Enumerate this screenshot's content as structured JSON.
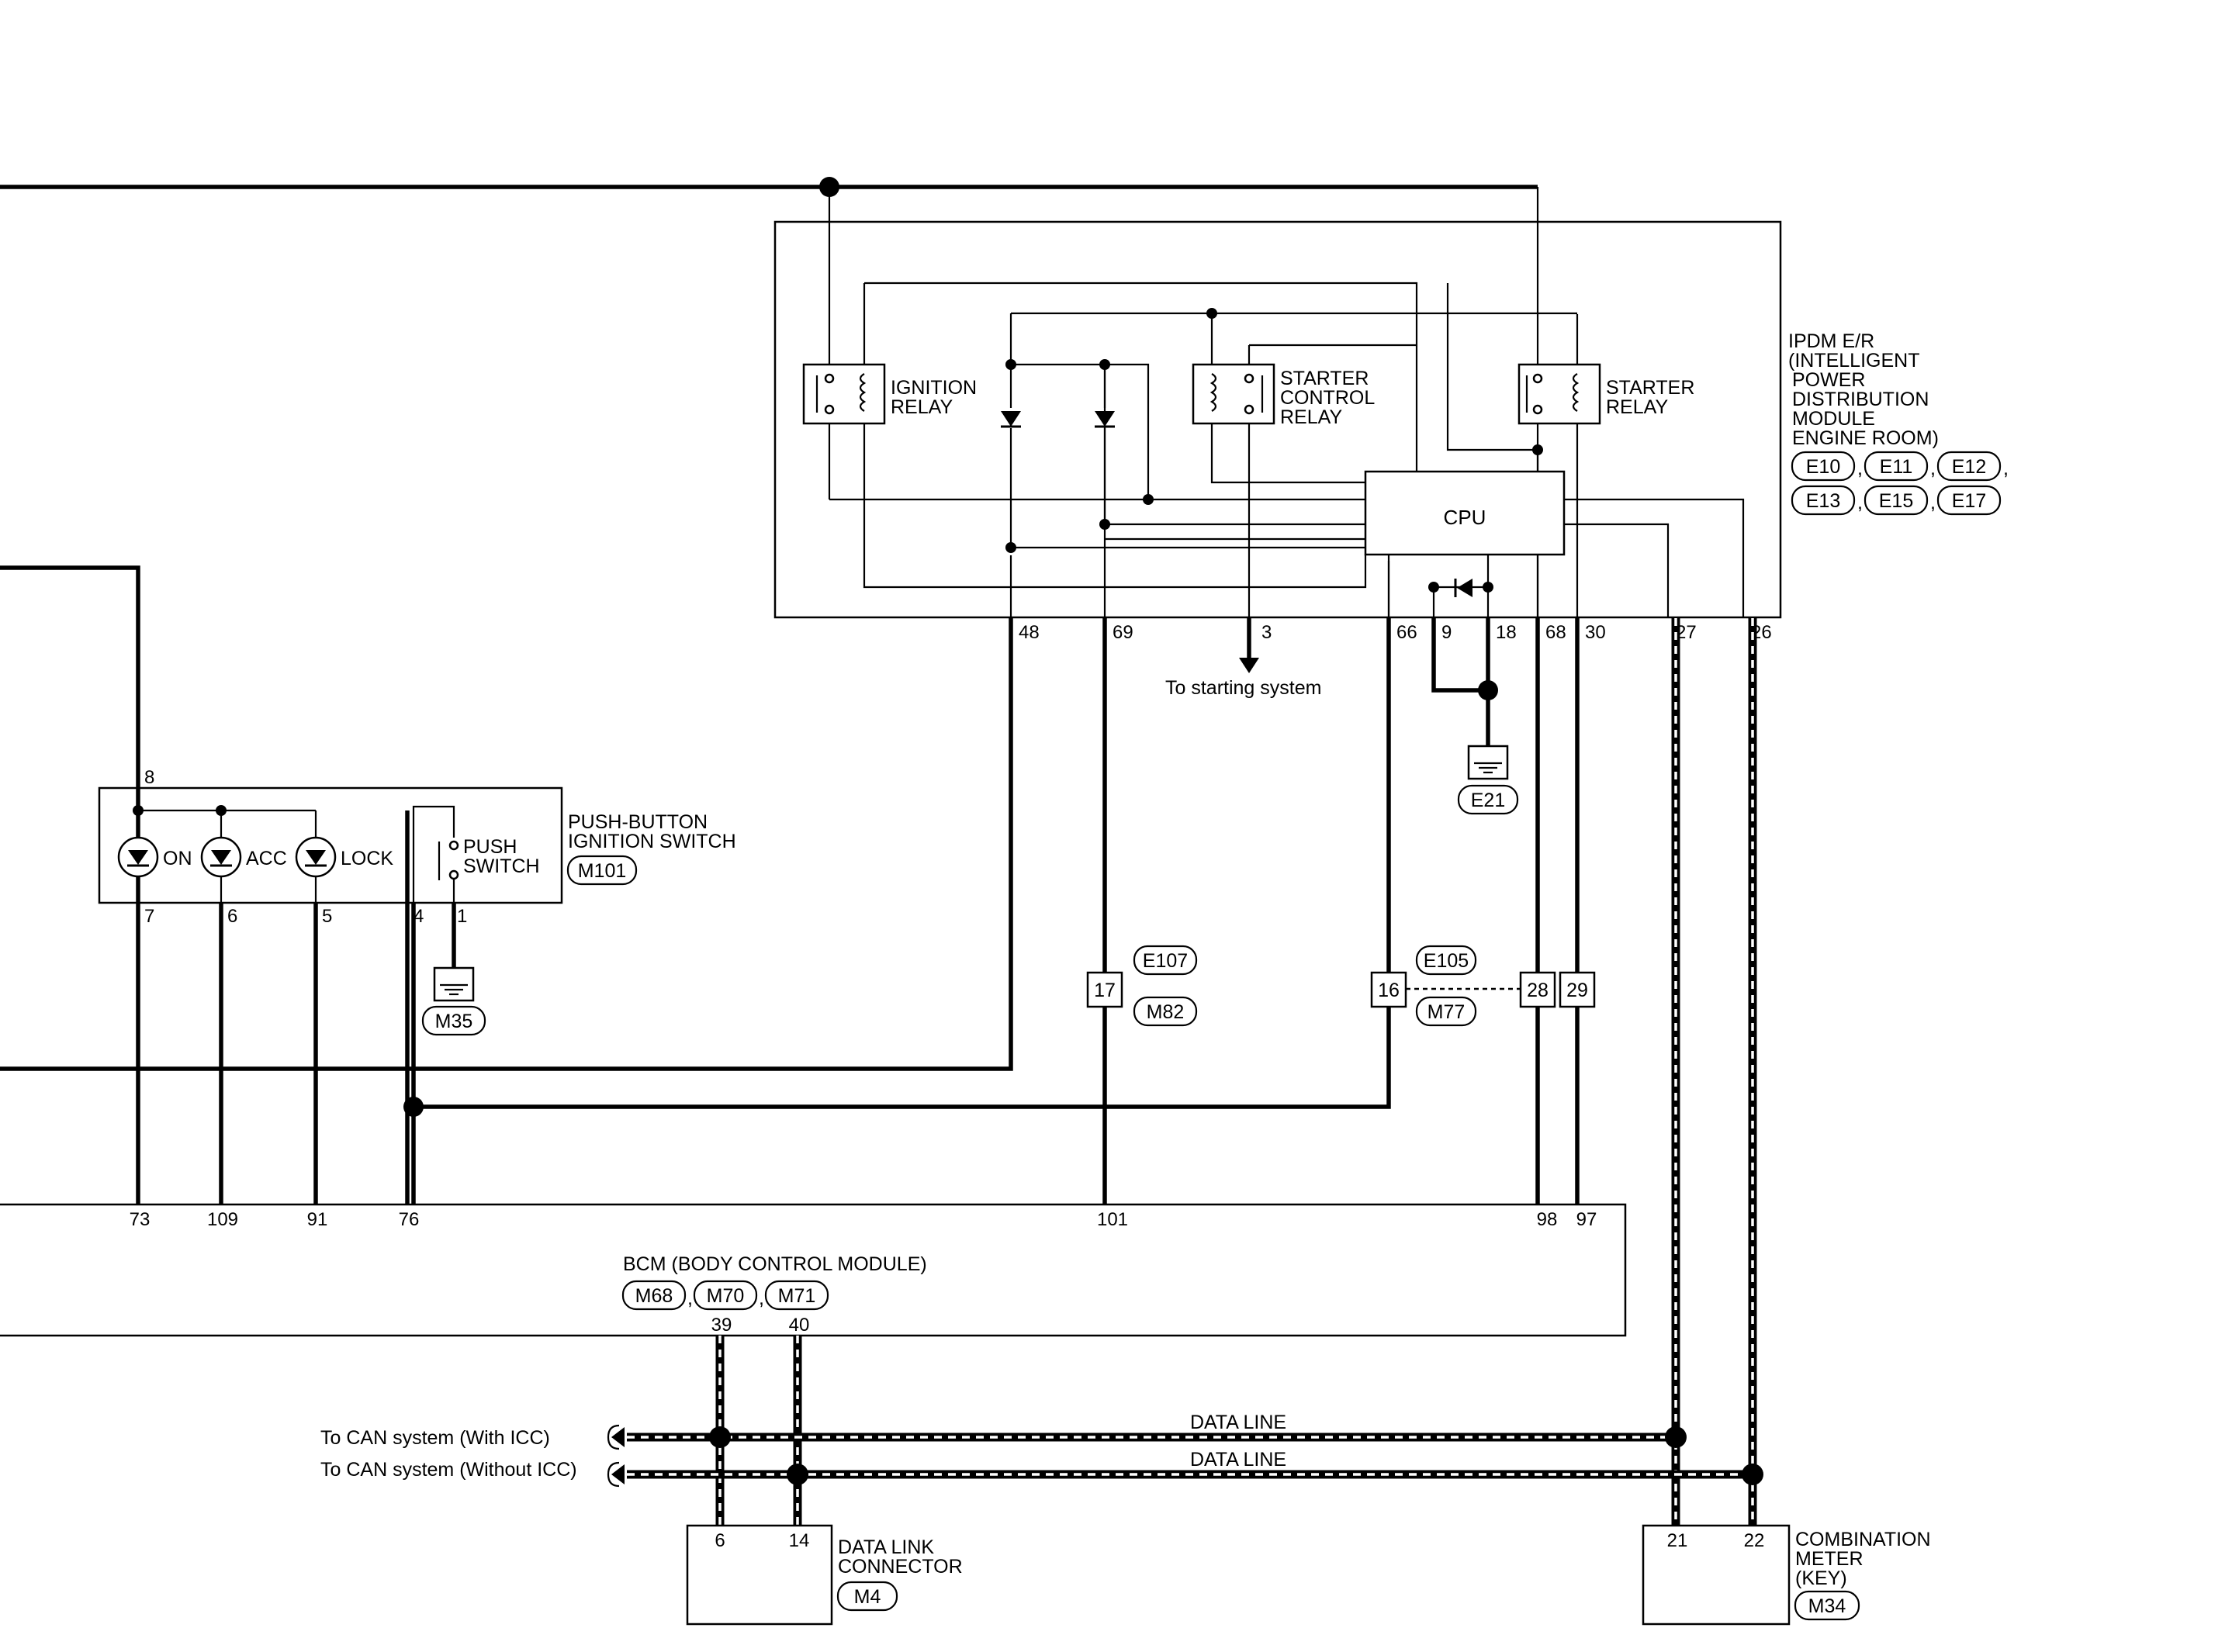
{
  "ipdm": {
    "title": [
      "IPDM E/R",
      "(INTELLIGENT",
      " POWER",
      " DISTRIBUTION",
      " MODULE",
      " ENGINE ROOM)"
    ],
    "connectors": [
      "E10",
      "E11",
      "E12",
      "E13",
      "E15",
      "E17"
    ],
    "ignition_relay": [
      "IGNITION",
      "RELAY"
    ],
    "starter_control_relay": [
      "STARTER",
      "CONTROL",
      "RELAY"
    ],
    "starter_relay": [
      "STARTER",
      "RELAY"
    ],
    "cpu": "CPU",
    "pins": [
      "48",
      "69",
      "3",
      "66",
      "9",
      "18",
      "68",
      "30",
      "27",
      "26"
    ]
  },
  "to_starting_system": "To starting system",
  "ground_e21": "E21",
  "push_button": {
    "title": [
      "PUSH-BUTTON",
      "IGNITION SWITCH"
    ],
    "connector": "M101",
    "on": "ON",
    "acc": "ACC",
    "lock": "LOCK",
    "push_switch": [
      "PUSH",
      "SWITCH"
    ],
    "pins": [
      "8",
      "7",
      "6",
      "5",
      "4",
      "1"
    ]
  },
  "ground_m35": "M35",
  "joint_17": {
    "pin": "17",
    "top": "E107",
    "bottom": "M82"
  },
  "joint_16": {
    "pin": "16",
    "top": "E105",
    "bottom": "M77"
  },
  "joint_28": "28",
  "joint_29": "29",
  "bcm": {
    "title": "BCM (BODY CONTROL MODULE)",
    "connectors": [
      "M68",
      "M70",
      "M71"
    ],
    "pins_top": [
      "73",
      "109",
      "91",
      "76",
      "101",
      "98",
      "97"
    ],
    "pins_bottom": [
      "39",
      "40"
    ]
  },
  "can_with_icc": "To CAN system (With ICC)",
  "can_without_icc": "To CAN system (Without ICC)",
  "data_line": "DATA LINE",
  "dlc": {
    "title": [
      "DATA LINK",
      "CONNECTOR"
    ],
    "connector": "M4",
    "pins": [
      "6",
      "14"
    ]
  },
  "meter": {
    "title": [
      "COMBINATION",
      "METER",
      "(KEY)"
    ],
    "connector": "M34",
    "pins": [
      "21",
      "22"
    ]
  }
}
